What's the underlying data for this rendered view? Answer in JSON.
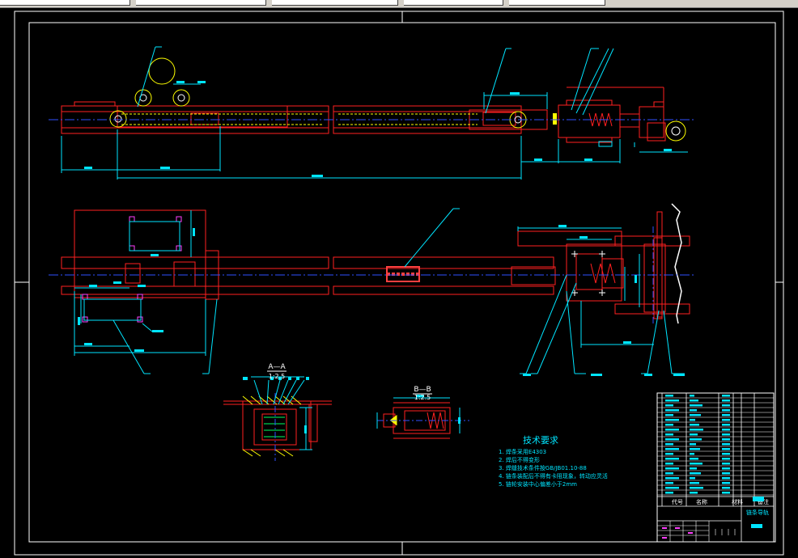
{
  "drawing": {
    "section_aa": {
      "title": "A—A",
      "scale": "1:2.5"
    },
    "section_bb": {
      "title": "B—B",
      "scale": "1:2.5"
    },
    "tech_requirements": {
      "heading": "技术要求",
      "items": [
        "1. 焊条采用E4303",
        "2. 焊后不得变形",
        "3. 焊缝技术条件按GB/JB01.10-88",
        "4. 链条装配后不得有卡阻现象，转动应灵活",
        "5. 链轮安装中心偏差小于2mm"
      ]
    },
    "title_block": {
      "col_code": "代号",
      "col_name": "名称",
      "col_material": "材料",
      "col_remark": "备注",
      "drawing_name": "链条导轨"
    }
  },
  "colors": {
    "frame": "#ffffff",
    "outline": "#ff2020",
    "dimension": "#00e5ff",
    "centerline": "#3050ff",
    "hatch": "#ffff00",
    "accent": "#ff40ff",
    "green": "#00ff60",
    "orange": "#ff8040"
  }
}
